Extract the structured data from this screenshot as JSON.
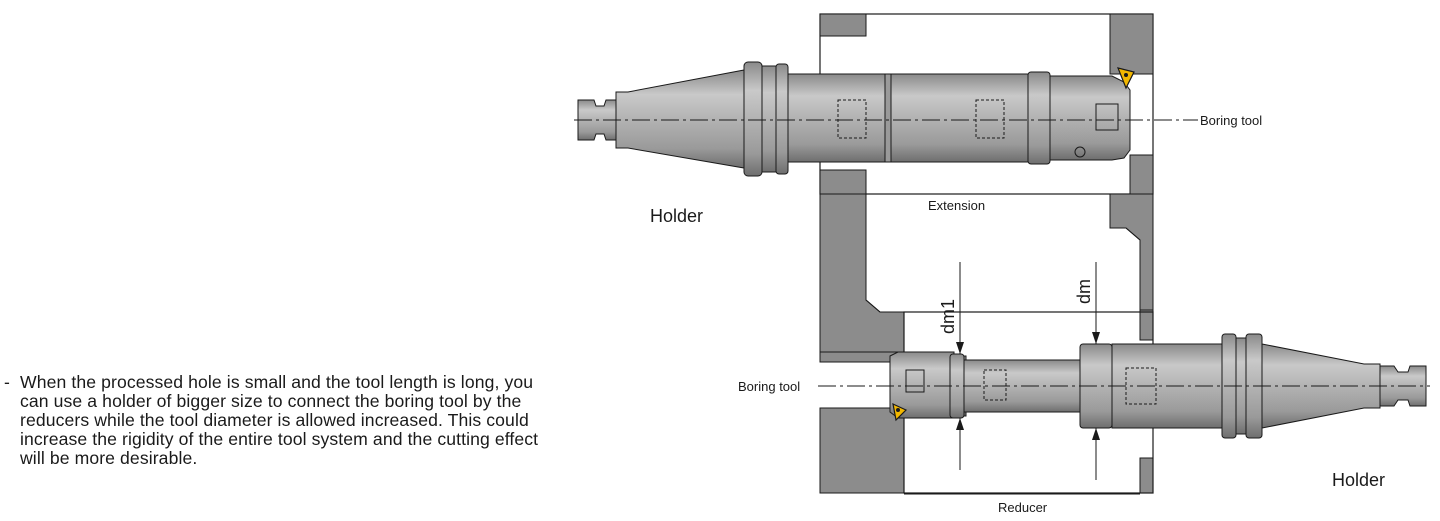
{
  "labels": {
    "holder_top": "Holder",
    "holder_bottom": "Holder",
    "extension": "Extension",
    "reducer": "Reducer",
    "boring_tool_top": "Boring tool",
    "boring_tool_bottom": "Boring tool",
    "dm1": "dm1",
    "dm": "dm"
  },
  "note": {
    "bullet": "-",
    "lines": [
      "When the processed hole is small and the tool length is long, you",
      "can use a holder of bigger size to connect the boring tool by the",
      "reducers  while the tool diameter is allowed  increased. This could",
      "increase the rigidity of the entire tool system and the cutting effect",
      "will be more desirable."
    ]
  },
  "colors": {
    "workpiece": "#8c8c8c",
    "tool_body": "#b4b4b4",
    "tool_dark": "#7d7d7d",
    "outline": "#1a1a1a",
    "insert": "#f2b700"
  }
}
